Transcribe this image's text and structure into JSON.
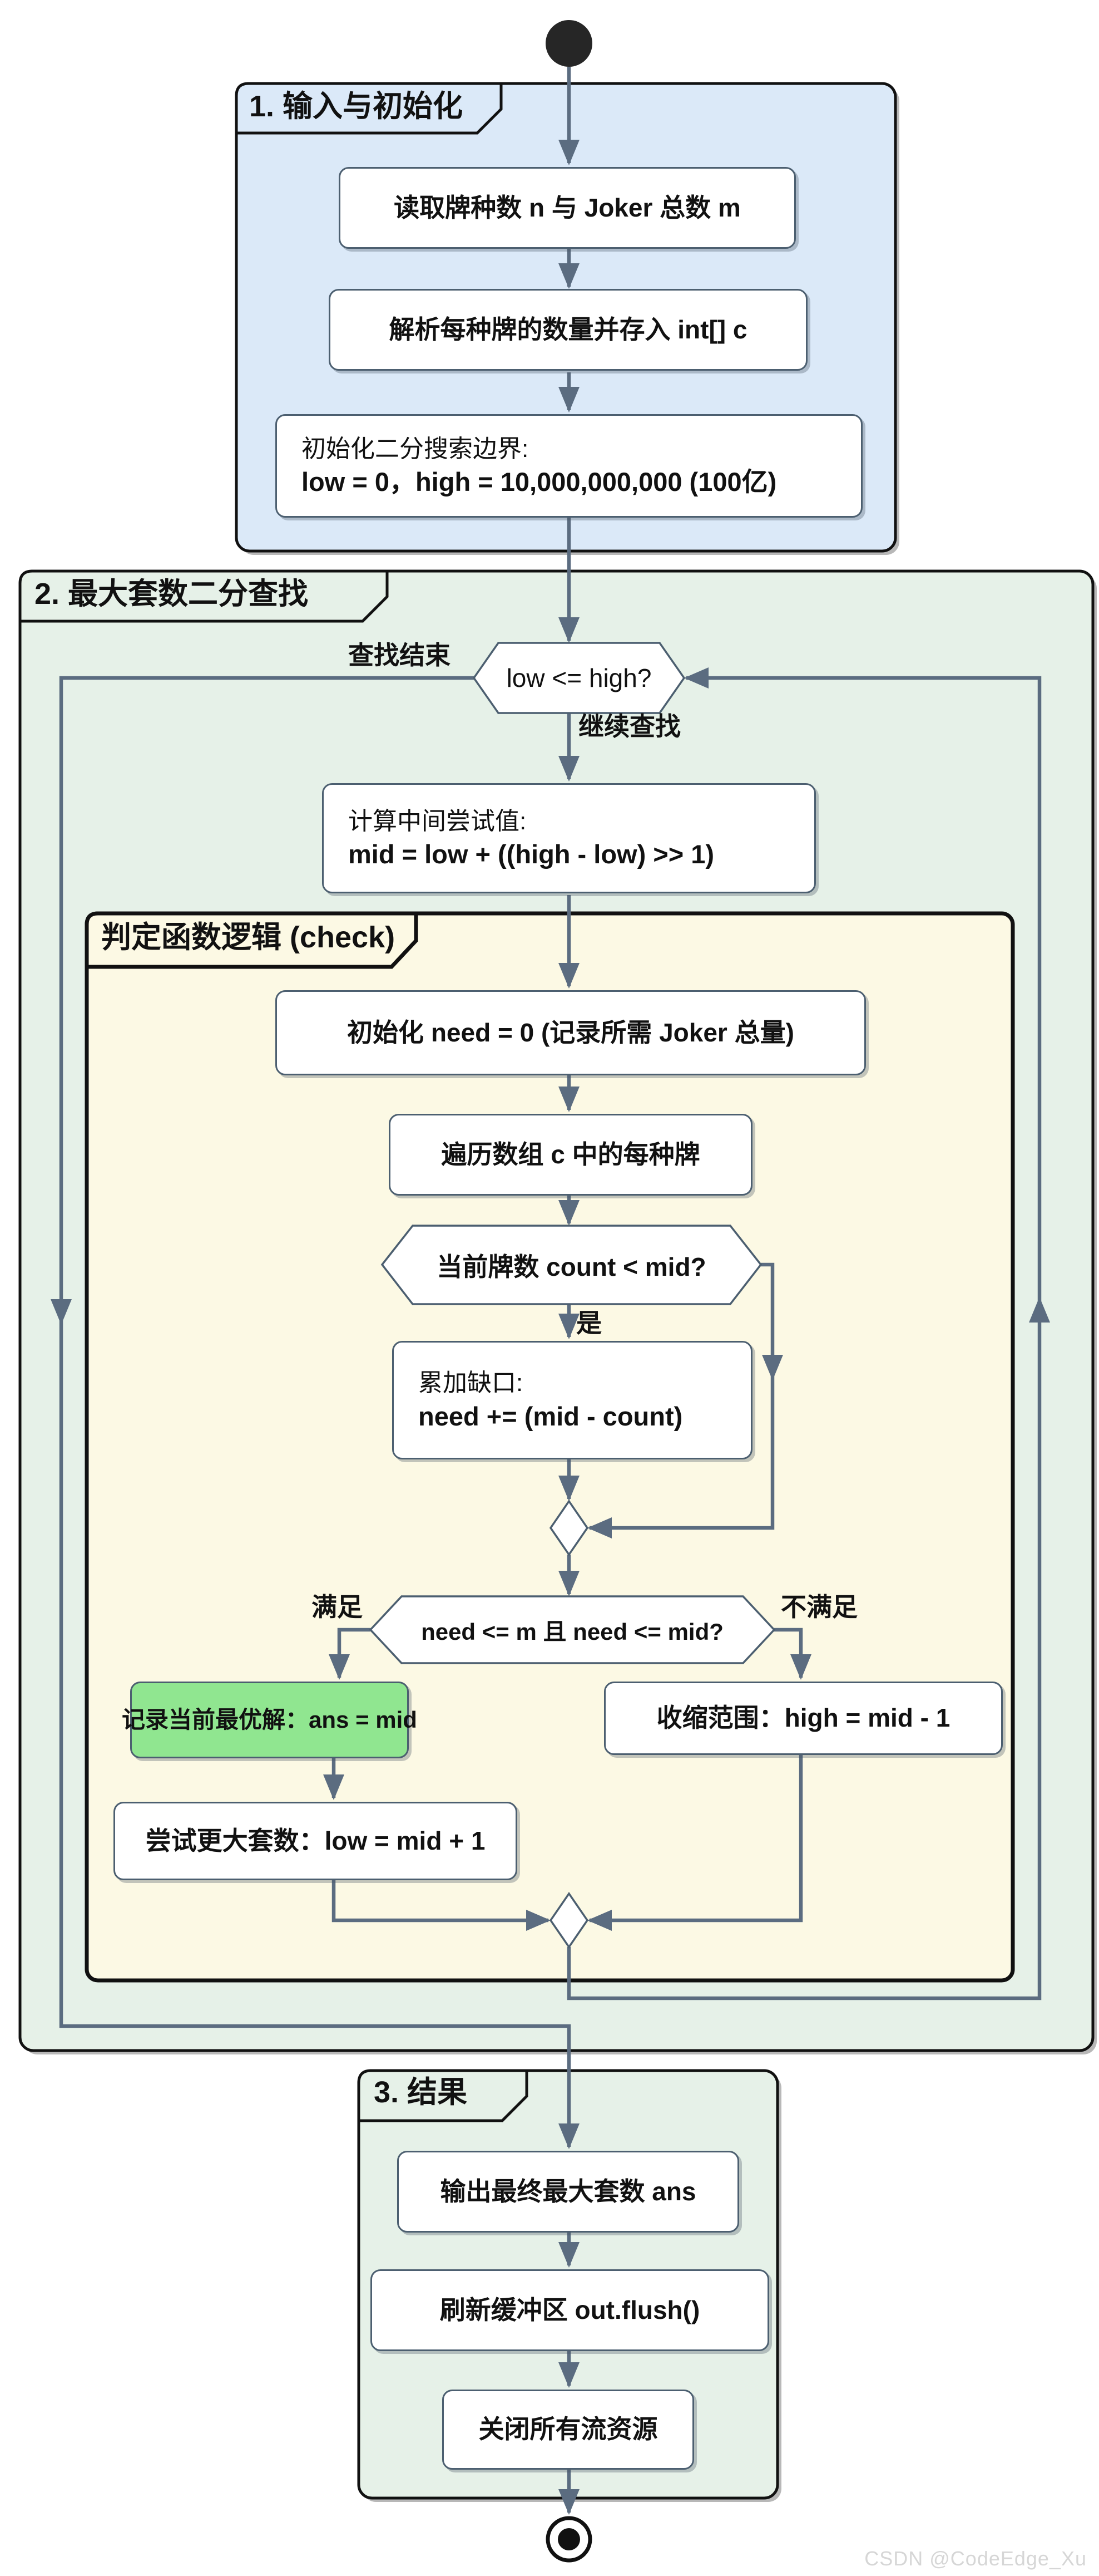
{
  "colors": {
    "arrow": "#5B6C80",
    "node_border": "#4C5F70",
    "partition_border": "#111111",
    "partition1_fill": "#DBE9F8",
    "partition2_fill": "#E6F1E8",
    "check_fill": "#FCF9E4",
    "node_fill": "#FFFFFF",
    "best_fill": "#90E690",
    "text": "#111111",
    "watermark": "#D6D6D6"
  },
  "diagram": {
    "partition1": {
      "title": "1. 输入与初始化",
      "read_box": "读取牌种数 n 与 Joker 总数 m",
      "parse_box": "解析每种牌的数量并存入 int[] c",
      "init_box": {
        "line1": "初始化二分搜索边界:",
        "line2": "low = 0，high = 10,000,000,000 (100亿)"
      }
    },
    "partition2": {
      "title": "2. 最大套数二分查找",
      "loop_condition": "low <= high?",
      "edge_search_end": "查找结束",
      "edge_continue": "继续查找",
      "mid_box": {
        "line1": "计算中间尝试值:",
        "line2": "mid = low + ((high - low) >> 1)"
      },
      "check_partition": {
        "title": "判定函数逻辑 (check)",
        "need_box": "初始化 need = 0 (记录所需 Joker 总量)",
        "iterate_box": "遍历数组 c 中的每种牌",
        "count_condition": "当前牌数 count < mid?",
        "edge_yes": "是",
        "accum_box": {
          "line1": "累加缺口:",
          "line2": "need += (mid - count)"
        },
        "need_condition": "need <= m 且 need <= mid?",
        "edge_satisfied": "满足",
        "edge_not_satisfied": "不满足",
        "best_box": "记录当前最优解：ans = mid",
        "shrink_box": "收缩范围：high = mid - 1",
        "grow_box": "尝试更大套数：low = mid + 1"
      }
    },
    "partition3": {
      "title": "3. 结果",
      "output_box": "输出最终最大套数 ans",
      "flush_box": "刷新缓冲区 out.flush()",
      "close_box": "关闭所有流资源"
    }
  },
  "watermark": "CSDN @CodeEdge_Xu"
}
